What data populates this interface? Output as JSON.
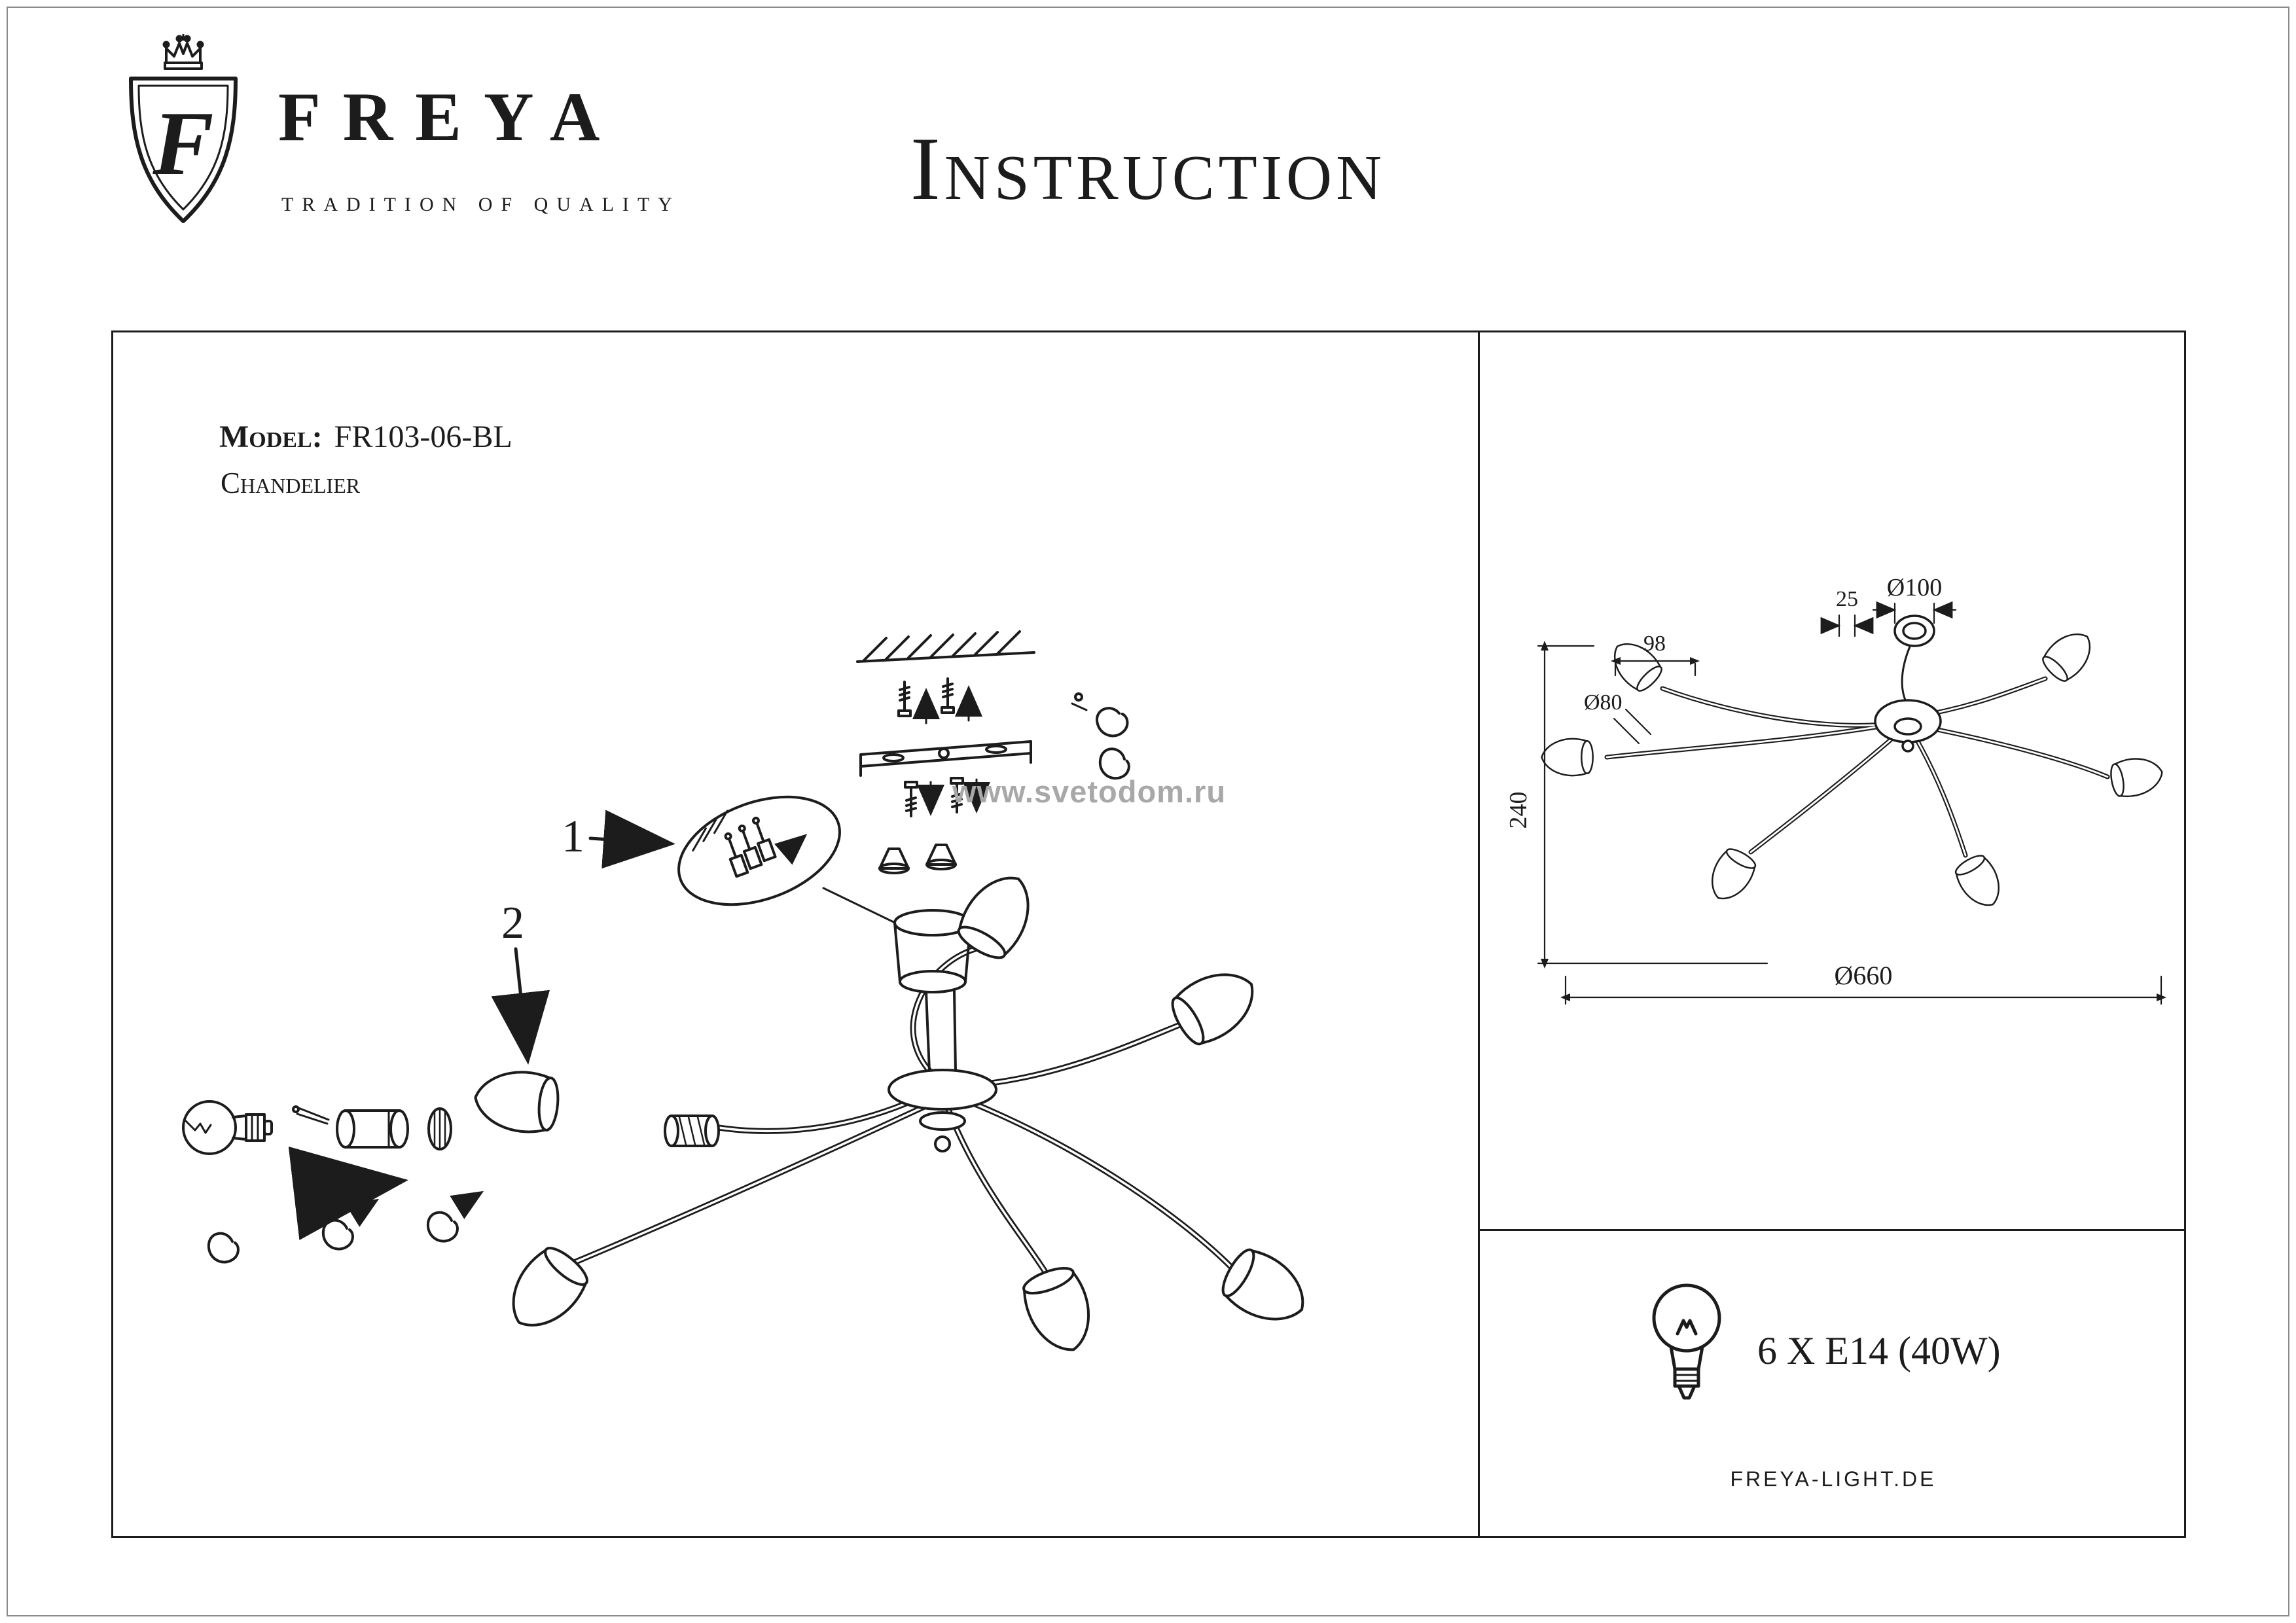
{
  "title": "Instruction",
  "logo": {
    "brand": "FREYA",
    "tagline": "TRADITION OF QUALITY",
    "monogram": "F"
  },
  "product": {
    "model_label": "Model:",
    "model_value": "FR103-06-BL",
    "type": "Chandelier"
  },
  "assembly": {
    "step_1": "1",
    "step_2": "2",
    "watermark": "www.svetodom.ru"
  },
  "dimensions": {
    "canopy_diameter": "Ø100",
    "canopy_offset": "25",
    "shade_length": "98",
    "shade_diameter": "Ø80",
    "height": "240",
    "total_diameter": "Ø660"
  },
  "specs": {
    "lamp": "6 X E14 (40W)",
    "website": "FREYA-LIGHT.DE"
  },
  "colors": {
    "ink": "#1c1c1c",
    "watermark": "#a8a8a8",
    "background": "#ffffff"
  }
}
